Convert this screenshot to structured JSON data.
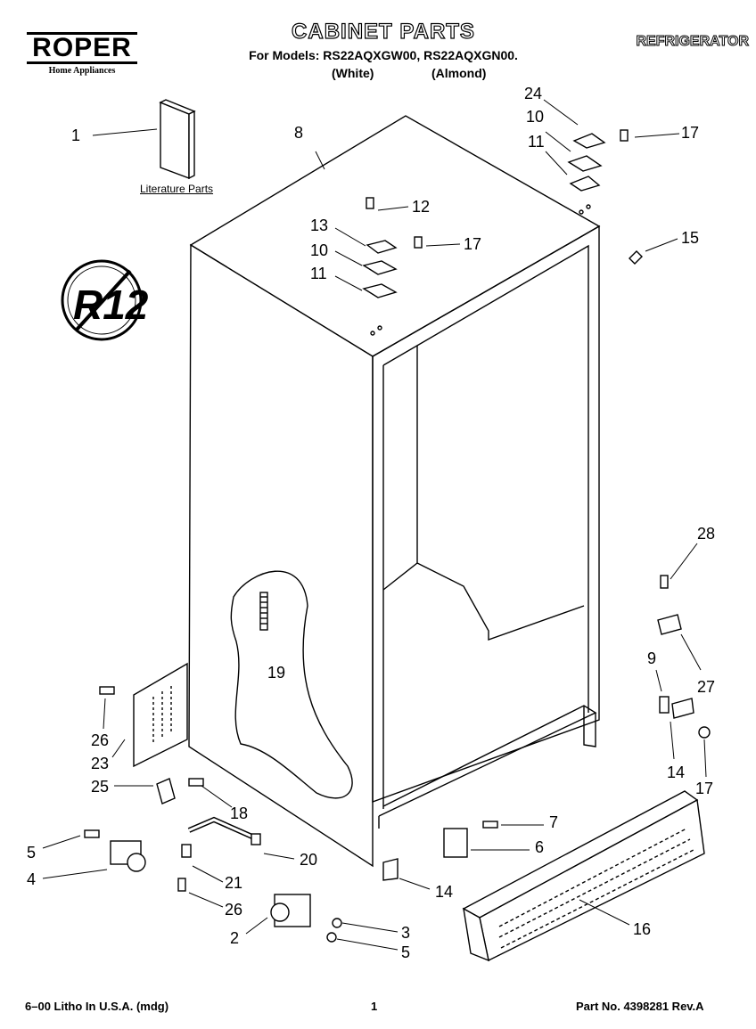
{
  "header": {
    "brand": "ROPER",
    "brand_sub": "Home Appliances",
    "title": "CABINET PARTS",
    "models_line": "For Models: RS22AQXGW00, RS22AQXGN00.",
    "color_white": "(White)",
    "color_almond": "(Almond)",
    "category": "REFRIGERATOR"
  },
  "diagram": {
    "literature_label": "Literature Parts",
    "callouts": [
      "1",
      "8",
      "24",
      "10",
      "17",
      "11",
      "12",
      "13",
      "10",
      "17",
      "11",
      "15",
      "28",
      "9",
      "27",
      "14",
      "17",
      "19",
      "26",
      "23",
      "25",
      "18",
      "5",
      "4",
      "20",
      "21",
      "26",
      "2",
      "3",
      "5",
      "7",
      "6",
      "14",
      "16"
    ]
  },
  "footer": {
    "left": "6–00 Litho In U.S.A. (mdg)",
    "page": "1",
    "part_no": "Part No. 4398281 Rev.A"
  }
}
